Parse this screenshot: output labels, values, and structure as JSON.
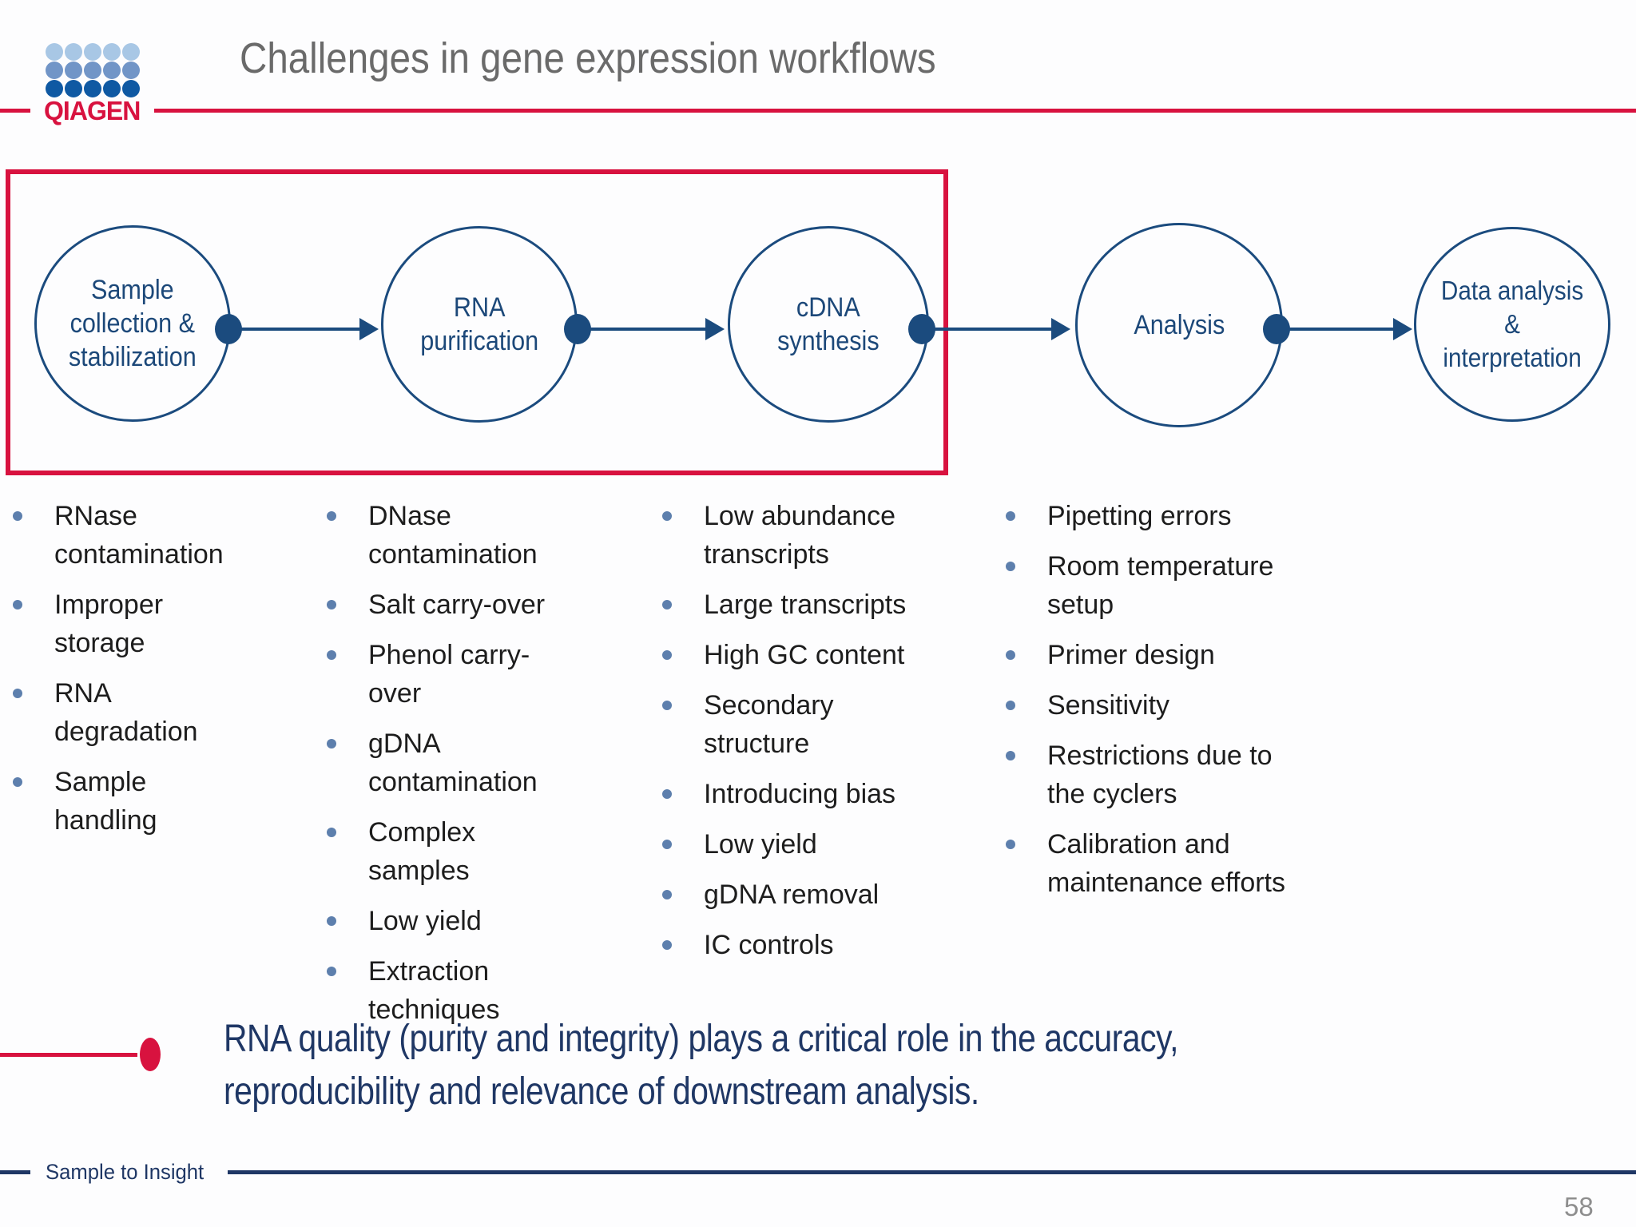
{
  "colors": {
    "red": "#d8123f",
    "navy": "#1b4b7e",
    "navy_text": "#1c4879",
    "navy_dark": "#1f3765",
    "bullet_blue": "#5d7fad",
    "text_dark": "#1d1d1d",
    "title_gray": "#6a6a6a",
    "page_gray": "#8e8e8e",
    "logo_row1": "#a8c7e5",
    "logo_row2": "#7195c7",
    "logo_row3": "#0f59a3"
  },
  "header": {
    "brand": "QIAGEN",
    "title": "Challenges in gene expression workflows"
  },
  "workflow": {
    "steps": [
      {
        "label": [
          "Sample",
          "collection &",
          "stabilization"
        ]
      },
      {
        "label": [
          "RNA",
          "purification"
        ]
      },
      {
        "label": [
          "cDNA",
          "synthesis"
        ]
      },
      {
        "label": [
          "Analysis"
        ]
      },
      {
        "label": [
          "Data analysis",
          "&",
          "interpretation"
        ]
      }
    ]
  },
  "challenges": {
    "columns": [
      {
        "items": [
          "RNase contamination",
          "Improper storage",
          "RNA degradation",
          "Sample handling"
        ]
      },
      {
        "items": [
          "DNase contamination",
          "Salt carry-over",
          "Phenol carry-over",
          "gDNA contamination",
          "Complex samples",
          "Low yield",
          "Extraction techniques"
        ]
      },
      {
        "items": [
          "Low abundance transcripts",
          "Large transcripts",
          "High GC content",
          "Secondary structure",
          "Introducing bias",
          "Low yield",
          "gDNA removal",
          "IC controls"
        ]
      },
      {
        "items": [
          "Pipetting errors",
          "Room temperature setup",
          "Primer design",
          "Sensitivity",
          "Restrictions due to the cyclers",
          "Calibration and maintenance efforts"
        ]
      }
    ]
  },
  "statement": {
    "lines": [
      "RNA quality (purity and integrity) plays a critical role in the accuracy,",
      "reproducibility and relevance of downstream analysis."
    ]
  },
  "footer": {
    "tagline": "Sample to Insight",
    "page_number": "58"
  }
}
